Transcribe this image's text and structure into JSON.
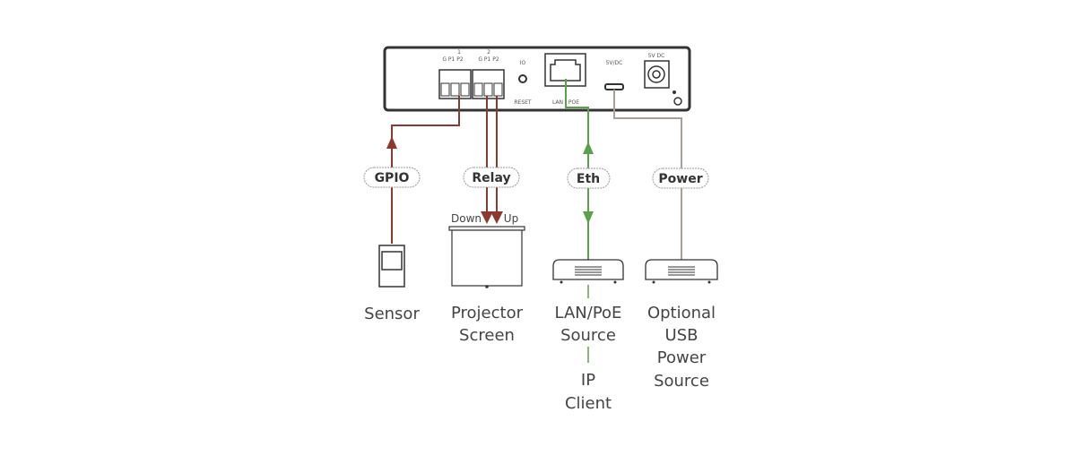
{
  "device": {
    "port_labels": {
      "gpio_header_1": "1",
      "gpio_header_2": "2",
      "terminal_pins_1": "G P1 P2",
      "terminal_pins_2": "G P1 P2",
      "io": "IO",
      "reset": "RESET",
      "lan_poe": "LAN / POE",
      "usb": "5V/DC",
      "dc": "5V DC"
    }
  },
  "connections": [
    {
      "label": "GPIO",
      "color": "#8b3a2e"
    },
    {
      "label": "Relay",
      "color": "#8b3a2e"
    },
    {
      "label": "Eth",
      "color": "#5aa04a"
    },
    {
      "label": "Power",
      "color": "#a89f98"
    }
  ],
  "relay_directions": {
    "down": "Down",
    "up": "Up"
  },
  "endpoints": {
    "sensor": [
      "Sensor"
    ],
    "projector_screen": [
      "Projector",
      "Screen"
    ],
    "lan_poe_source": [
      "LAN/PoE",
      "Source"
    ],
    "ip_client": [
      "IP",
      "Client"
    ],
    "usb_power_source": [
      "Optional",
      "USB",
      "Power",
      "Source"
    ]
  }
}
